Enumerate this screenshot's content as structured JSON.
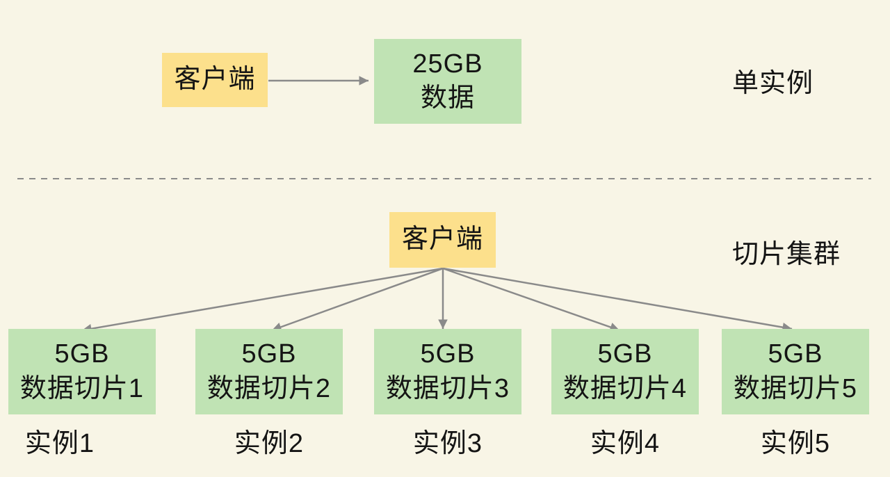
{
  "single": {
    "client_label": "客户端",
    "data_box": {
      "size": "25GB",
      "label": "数据"
    },
    "section_label": "单实例"
  },
  "cluster": {
    "client_label": "客户端",
    "section_label": "切片集群",
    "shards": [
      {
        "size": "5GB",
        "name": "数据切片1",
        "instance": "实例1"
      },
      {
        "size": "5GB",
        "name": "数据切片2",
        "instance": "实例2"
      },
      {
        "size": "5GB",
        "name": "数据切片3",
        "instance": "实例3"
      },
      {
        "size": "5GB",
        "name": "数据切片4",
        "instance": "实例4"
      },
      {
        "size": "5GB",
        "name": "数据切片5",
        "instance": "实例5"
      }
    ]
  },
  "colors": {
    "background": "#f8f5e6",
    "client_box": "#fce08c",
    "data_box": "#c0e3b4",
    "connector": "#8a8a8a",
    "text": "#141414"
  }
}
